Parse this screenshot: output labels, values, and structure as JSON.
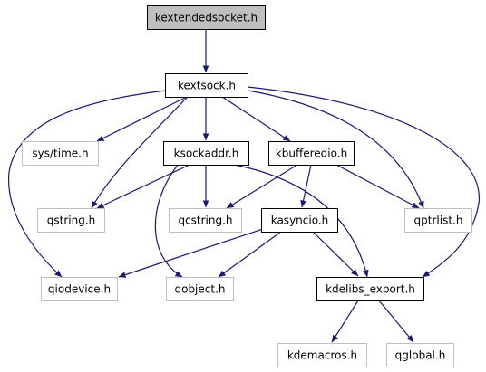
{
  "colors": {
    "edge": "#191970",
    "box_border_documented": "#000000",
    "box_border_undocumented": "#bfbfbf",
    "box_fill_root": "#bfbfbf",
    "box_fill": "#ffffff",
    "text": "#000000"
  },
  "diagram": {
    "nodes": [
      {
        "id": "kextendedsocket",
        "label": "kextendedsocket.h",
        "style": "root"
      },
      {
        "id": "kextsock",
        "label": "kextsock.h",
        "style": "documented"
      },
      {
        "id": "systime",
        "label": "sys/time.h",
        "style": "undocumented"
      },
      {
        "id": "ksockaddr",
        "label": "ksockaddr.h",
        "style": "documented"
      },
      {
        "id": "kbufferedio",
        "label": "kbufferedio.h",
        "style": "documented"
      },
      {
        "id": "qstring",
        "label": "qstring.h",
        "style": "undocumented"
      },
      {
        "id": "qcstring",
        "label": "qcstring.h",
        "style": "undocumented"
      },
      {
        "id": "kasyncio",
        "label": "kasyncio.h",
        "style": "documented"
      },
      {
        "id": "qptrlist",
        "label": "qptrlist.h",
        "style": "undocumented"
      },
      {
        "id": "qiodevice",
        "label": "qiodevice.h",
        "style": "undocumented"
      },
      {
        "id": "qobject",
        "label": "qobject.h",
        "style": "undocumented"
      },
      {
        "id": "kdelibs_export",
        "label": "kdelibs_export.h",
        "style": "documented"
      },
      {
        "id": "kdemacros",
        "label": "kdemacros.h",
        "style": "undocumented"
      },
      {
        "id": "qglobal",
        "label": "qglobal.h",
        "style": "undocumented"
      }
    ],
    "edges": [
      {
        "from": "kextendedsocket",
        "to": "kextsock"
      },
      {
        "from": "kextsock",
        "to": "systime"
      },
      {
        "from": "kextsock",
        "to": "ksockaddr"
      },
      {
        "from": "kextsock",
        "to": "kbufferedio"
      },
      {
        "from": "kextsock",
        "to": "qstring"
      },
      {
        "from": "kextsock",
        "to": "qptrlist"
      },
      {
        "from": "kextsock",
        "to": "qiodevice"
      },
      {
        "from": "kextsock",
        "to": "kdelibs_export"
      },
      {
        "from": "ksockaddr",
        "to": "qstring"
      },
      {
        "from": "ksockaddr",
        "to": "qcstring"
      },
      {
        "from": "ksockaddr",
        "to": "qobject"
      },
      {
        "from": "ksockaddr",
        "to": "kdelibs_export"
      },
      {
        "from": "kbufferedio",
        "to": "qcstring"
      },
      {
        "from": "kbufferedio",
        "to": "kasyncio"
      },
      {
        "from": "kbufferedio",
        "to": "qptrlist"
      },
      {
        "from": "kasyncio",
        "to": "qiodevice"
      },
      {
        "from": "kasyncio",
        "to": "qobject"
      },
      {
        "from": "kasyncio",
        "to": "kdelibs_export"
      },
      {
        "from": "kdelibs_export",
        "to": "kdemacros"
      },
      {
        "from": "kdelibs_export",
        "to": "qglobal"
      }
    ]
  }
}
